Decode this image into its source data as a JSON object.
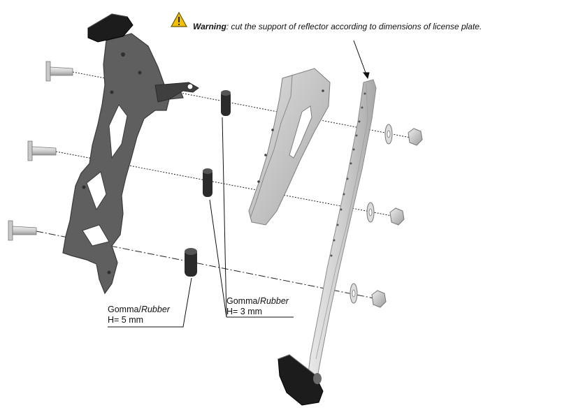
{
  "warning": {
    "icon": "warning-triangle-icon",
    "title": "Warning",
    "message": ": cut the support of reflector according to dimensions of license plate."
  },
  "labels": {
    "rubber_5": {
      "material_it": "Gomma/",
      "material_en": "Rubber",
      "height": "H= 5 mm"
    },
    "rubber_3": {
      "material_it": "Gomma/",
      "material_en": "Rubber",
      "height": "H= 3 mm"
    }
  },
  "colors": {
    "bracket": "#5f5f5f",
    "bracket_edge": "#3a3a3a",
    "aluminium": "#cfcfcf",
    "aluminium_edge": "#8c8c8c",
    "rubber": "#2b2b2b",
    "reflector": "#1c1c1c",
    "warning_fill": "#f2c200"
  }
}
